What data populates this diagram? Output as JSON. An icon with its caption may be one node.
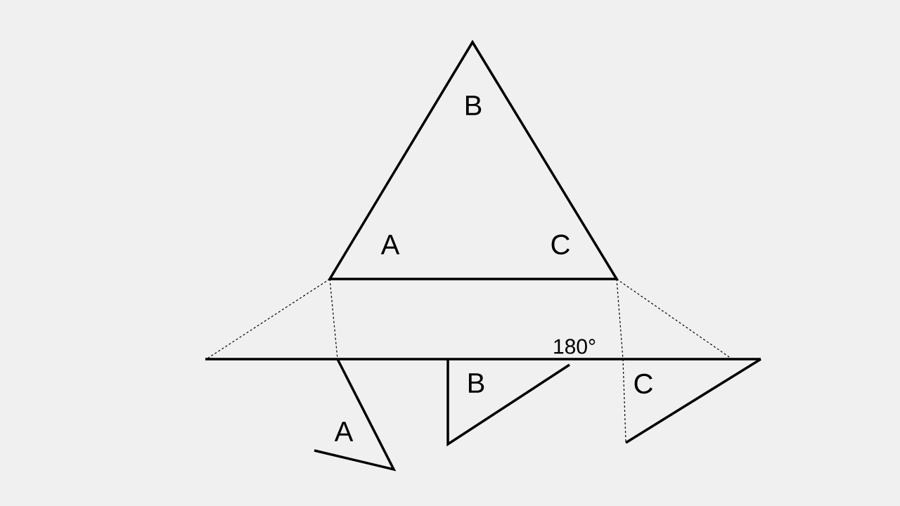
{
  "diagram": {
    "labels": [
      "B",
      "A",
      "C",
      "180°",
      "B",
      "C",
      "A"
    ]
  }
}
